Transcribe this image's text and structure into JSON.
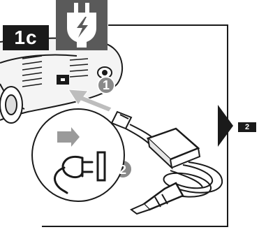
{
  "step_label": "1c",
  "next_step_label": "2",
  "callouts": {
    "first": "1",
    "second": "2"
  },
  "icons": {
    "power": "power-plug-lightning-icon",
    "next": "next-arrow-icon",
    "connect": "plug-into-socket-icon"
  },
  "colors": {
    "badge_dark": "#1a1a1a",
    "badge_gray": "#5a5a5a",
    "callout_gray": "#8a8a8a",
    "line": "#1a1a1a"
  }
}
